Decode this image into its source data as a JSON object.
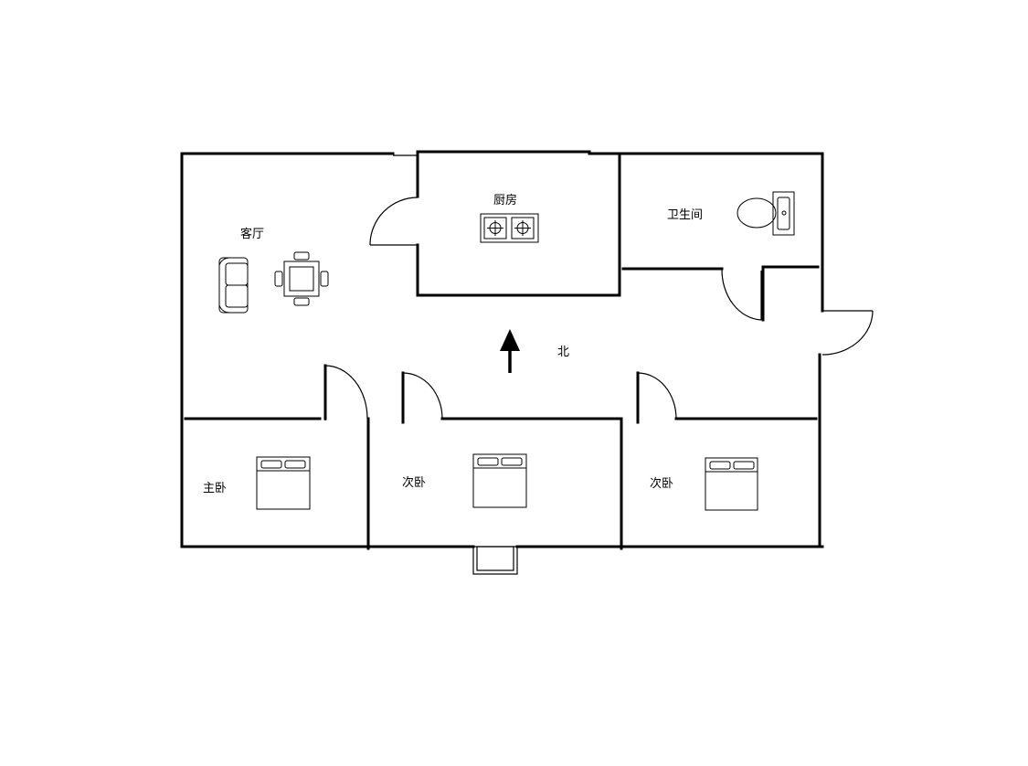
{
  "rooms": {
    "living_room": "客厅",
    "kitchen": "厨房",
    "bathroom": "卫生间",
    "master_bedroom": "主卧",
    "second_bedroom_a": "次卧",
    "second_bedroom_b": "次卧"
  },
  "compass": {
    "label": "北",
    "icon": "north-arrow-icon"
  },
  "colors": {
    "line": "#000000",
    "background": "#ffffff"
  }
}
